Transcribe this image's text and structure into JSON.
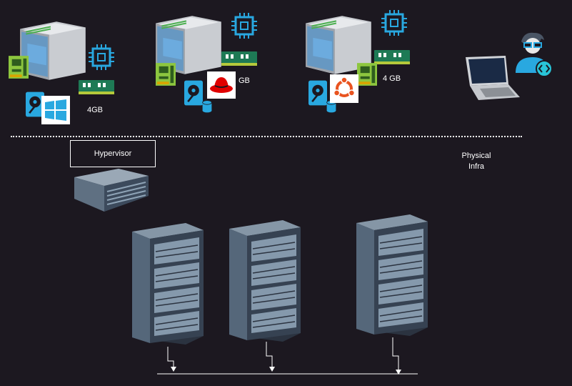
{
  "vms": [
    {
      "ram": "4GB",
      "os_icon": "windows-logo-icon"
    },
    {
      "ram": "GB",
      "os_icon": "redhat-logo-icon"
    },
    {
      "ram": "4 GB",
      "os_icon": "ubuntu-logo-icon"
    }
  ],
  "hypervisor": {
    "label": "Hypervisor"
  },
  "physical_infra": {
    "line1": "Physical",
    "line2": "Infra"
  },
  "icons": {
    "vm": [
      "pc-case-icon",
      "cpu-icon",
      "ram-icon",
      "nic-card-icon",
      "hard-disk-icon",
      "database-icon"
    ],
    "user": "developer-avatar-icon",
    "laptop": "laptop-icon",
    "hypervisor_device": "server-blade-icon",
    "rack": "server-rack-icon"
  },
  "colors": {
    "background": "#1c1820",
    "accent_blue": "#29a8e0",
    "ram_green": "#1e7a55",
    "nic_green": "#8dc63f",
    "redhat_red": "#e00000",
    "ubuntu_orange": "#e95420"
  }
}
